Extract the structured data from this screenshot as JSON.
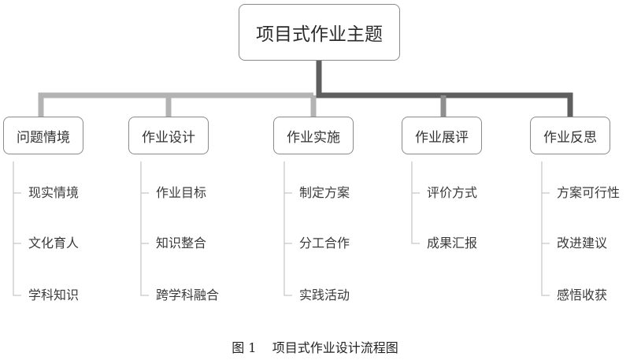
{
  "diagram": {
    "root": "项目式作业主题",
    "branches": [
      {
        "title": "问题情境",
        "items": [
          "现实情境",
          "文化育人",
          "学科知识"
        ]
      },
      {
        "title": "作业设计",
        "items": [
          "作业目标",
          "知识整合",
          "跨学科融合"
        ]
      },
      {
        "title": "作业实施",
        "items": [
          "制定方案",
          "分工合作",
          "实践活动"
        ]
      },
      {
        "title": "作业展评",
        "items": [
          "评价方式",
          "成果汇报"
        ]
      },
      {
        "title": "作业反思",
        "items": [
          "方案可行性",
          "改进建议",
          "感悟收获"
        ]
      }
    ]
  },
  "caption": "图 1    项目式作业设计流程图",
  "colors": {
    "light_connector": "#b3b3b3",
    "dark_connector": "#5f5f5f",
    "box_border": "#8a8a8a",
    "bracket": "#c8c8c8"
  }
}
